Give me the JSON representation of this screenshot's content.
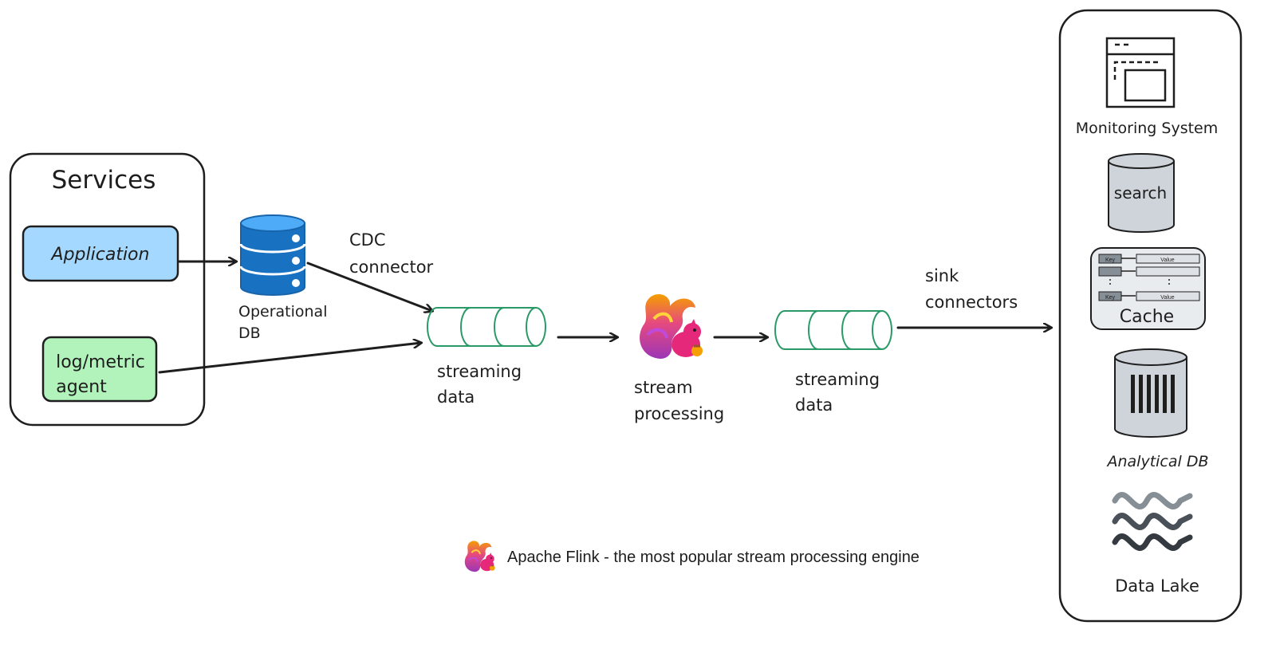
{
  "services": {
    "title": "Services",
    "application": "Application",
    "agent_line1": "log/metric",
    "agent_line2": "agent"
  },
  "operational_db": {
    "line1": "Operational",
    "line2": "DB"
  },
  "cdc": {
    "line1": "CDC",
    "line2": "connector"
  },
  "streaming_in": {
    "line1": "streaming",
    "line2": "data"
  },
  "processing": {
    "line1": "stream",
    "line2": "processing"
  },
  "streaming_out": {
    "line1": "streaming",
    "line2": "data"
  },
  "sink": {
    "line1": "sink",
    "line2": "connectors"
  },
  "sinks": {
    "monitoring": "Monitoring System",
    "search": "search",
    "cache": "Cache",
    "cache_key": "Key",
    "cache_value": "Value",
    "analytical": "Analytical DB",
    "lake": "Data Lake"
  },
  "caption": "Apache Flink - the most popular stream processing engine",
  "colors": {
    "application_fill": "#a5d8ff",
    "agent_fill": "#b2f2bb",
    "db_blue": "#1971c2",
    "pipe_green": "#2b9a66",
    "sink_gray": "#ced4da",
    "flink_pink": "#e6287a",
    "flink_orange": "#f59f00",
    "flink_purple": "#9c36b5",
    "ink": "#1e1e1e"
  }
}
